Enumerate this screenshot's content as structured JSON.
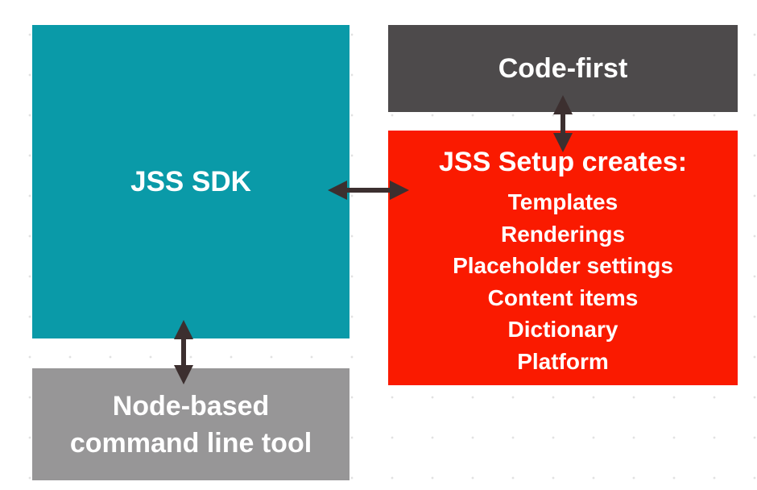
{
  "colors": {
    "sdk": "#0a9aa8",
    "code_first": "#4d4a4b",
    "setup": "#fa1a00",
    "node_tool": "#979697",
    "connector": "#3c2f2f"
  },
  "sdk_box": {
    "label": "JSS SDK"
  },
  "code_first_box": {
    "label": "Code-first"
  },
  "setup_box": {
    "title": "JSS Setup creates:",
    "items": [
      "Templates",
      "Renderings",
      "Placeholder settings",
      "Content items",
      "Dictionary",
      "Platform"
    ]
  },
  "node_box": {
    "line1": "Node-based",
    "line2": "command line tool"
  }
}
